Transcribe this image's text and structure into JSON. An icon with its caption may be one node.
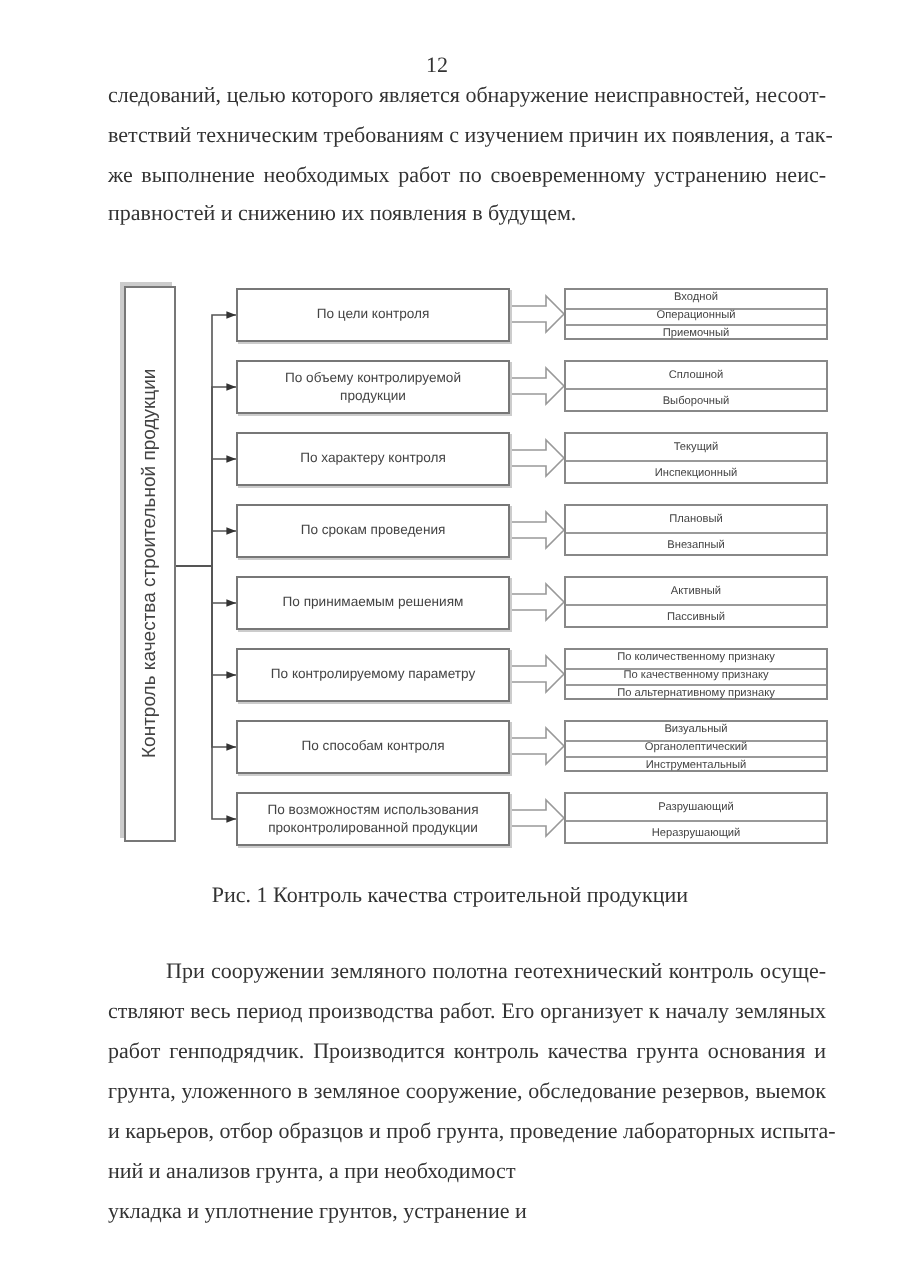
{
  "diagram": {
    "caption": "Рис. 1 Контроль качества строительной продукции",
    "nodes": [
      {
        "text": [
          "Контроль качества строительной продукции"
        ]
      },
      {
        "text": [
          "По цели контроля"
        ]
      },
      {
        "text": [],
        "shape": "box"
      },
      {
        "text": [
          "Входной"
        ],
        "in": 2
      },
      {
        "text": [
          "Операционный"
        ],
        "in": 2
      },
      {
        "text": [
          "Приемочный"
        ],
        "in": 2
      },
      {
        "text": [
          "По объему контролируемой продукции"
        ]
      },
      {
        "text": [],
        "shape": "box"
      },
      {
        "text": [
          "Сплошной"
        ],
        "in": 7
      },
      {
        "text": [
          "Выборочный"
        ],
        "in": 7
      },
      {
        "text": [
          "По характеру контроля"
        ]
      },
      {
        "text": [],
        "shape": "box"
      },
      {
        "text": [
          "Текущий"
        ],
        "in": 11
      },
      {
        "text": [
          "Инспекционный"
        ],
        "in": 11
      },
      {
        "text": [
          "По срокам проведения"
        ]
      },
      {
        "text": [],
        "shape": "box"
      },
      {
        "text": [
          "Плановый"
        ],
        "in": 15
      },
      {
        "text": [
          "Внезапный"
        ],
        "in": 15
      },
      {
        "text": [
          "По принимаемым решениям"
        ]
      },
      {
        "text": [],
        "shape": "box"
      },
      {
        "text": [
          "Активный"
        ],
        "in": 19
      },
      {
        "text": [
          "Пассивный"
        ],
        "in": 19
      },
      {
        "text": [
          "По контролируемому параметру"
        ]
      },
      {
        "text": [],
        "shape": "box"
      },
      {
        "text": [
          "По количественному признаку"
        ],
        "in": 23
      },
      {
        "text": [
          "По качественному признаку"
        ],
        "in": 23
      },
      {
        "text": [
          "По альтернативному признаку"
        ],
        "in": 23
      },
      {
        "text": [
          "По способам контроля"
        ]
      },
      {
        "text": [],
        "shape": "box"
      },
      {
        "text": [
          "Визуальный"
        ],
        "in": 28
      },
      {
        "text": [
          "Органолептический"
        ],
        "in": 28
      },
      {
        "text": [
          "Инструментальный"
        ],
        "in": 28
      },
      {
        "text": [
          "По возможностям использования проконтролированной продукции"
        ]
      },
      {
        "text": [],
        "shape": "box"
      },
      {
        "text": [
          "Разрушающий"
        ],
        "in": 33
      },
      {
        "text": [
          "Неразрушающий"
        ],
        "in": 33
      }
    ],
    "edges": [
      {
        "from": 0,
        "to": 1,
        "arrow": "to"
      },
      {
        "from": 0,
        "to": 6,
        "arrow": "to"
      },
      {
        "from": 0,
        "to": 10,
        "arrow": "to"
      },
      {
        "from": 0,
        "to": 14,
        "arrow": "to"
      },
      {
        "from": 0,
        "to": 18,
        "arrow": "to"
      },
      {
        "from": 0,
        "to": 22,
        "arrow": "to"
      },
      {
        "from": 0,
        "to": 27,
        "arrow": "to"
      },
      {
        "from": 0,
        "to": 32,
        "arrow": "to"
      },
      {
        "from": 1,
        "to": 2,
        "arrow": "to",
        "style": "thick"
      },
      {
        "from": 6,
        "to": 7,
        "arrow": "to",
        "style": "thick"
      },
      {
        "from": 10,
        "to": 11,
        "arrow": "to",
        "style": "thick"
      },
      {
        "from": 14,
        "to": 15,
        "arrow": "to",
        "style": "thick"
      },
      {
        "from": 18,
        "to": 19,
        "arrow": "to",
        "style": "thick"
      },
      {
        "from": 22,
        "to": 23,
        "arrow": "to",
        "style": "thick"
      },
      {
        "from": 27,
        "to": 28,
        "arrow": "to",
        "style": "thick"
      },
      {
        "from": 32,
        "to": 33,
        "arrow": "to",
        "style": "thick"
      }
    ],
    "labels": [
      "12",
      "следований, целью которого является обнаружение неисправностей, несоот-",
      "ветствий техническим требованиям с изучением причин их появления, а так-",
      "же выполнение необходимых работ по своевременному устранению неис-",
      "правностей и снижению их появления в будущем.",
      "При сооружении земляного полотна геотехнический контроль осуще-",
      "ствляют весь период производства работ. Его организует к началу земляных",
      "работ генподрядчик. Производится контроль качества грунта основания и",
      "грунта, уложенного в земляное сооружение, обследование резервов, выемок",
      "и карьеров, отбор образцов и проб грунта, проведение лабораторных испыта-",
      "ний и анализов грунта, а при необходимост",
      "укладка и уплотнение грунтов, устранение и"
    ]
  }
}
